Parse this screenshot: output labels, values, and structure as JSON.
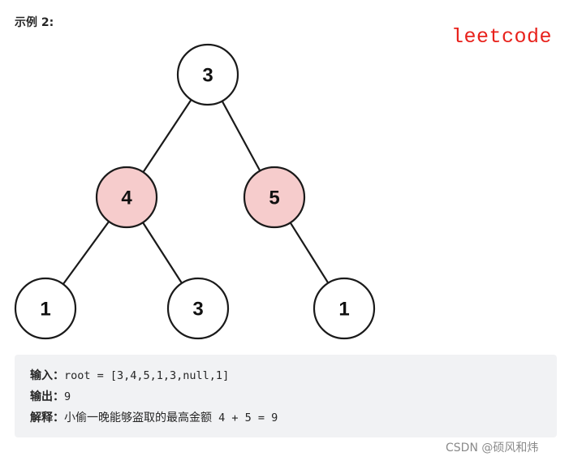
{
  "heading": "示例 2:",
  "brand": "leetcode",
  "colors": {
    "highlight_fill": "#f6cccc",
    "node_fill": "#ffffff",
    "stroke": "#1a1a1a",
    "brand": "#e8211b",
    "box_bg": "#f1f2f4"
  },
  "tree": {
    "nodes": [
      {
        "id": "n0",
        "value": "3",
        "highlighted": false
      },
      {
        "id": "n1",
        "value": "4",
        "highlighted": true
      },
      {
        "id": "n2",
        "value": "5",
        "highlighted": true
      },
      {
        "id": "n3",
        "value": "1",
        "highlighted": false
      },
      {
        "id": "n4",
        "value": "3",
        "highlighted": false
      },
      {
        "id": "n5",
        "value": "1",
        "highlighted": false
      }
    ],
    "edges": [
      {
        "from": "n0",
        "to": "n1"
      },
      {
        "from": "n0",
        "to": "n2"
      },
      {
        "from": "n1",
        "to": "n3"
      },
      {
        "from": "n1",
        "to": "n4"
      },
      {
        "from": "n2",
        "to": "n5"
      }
    ]
  },
  "example": {
    "input_label": "输入：",
    "input_value": "root = [3,4,5,1,3,null,1]",
    "output_label": "输出：",
    "output_value": "9",
    "explain_label": "解释：",
    "explain_text": "小偷一晚能够盗取的最高金额",
    "explain_formula": " 4 + 5 = 9"
  },
  "watermark": "CSDN @硕风和炜"
}
